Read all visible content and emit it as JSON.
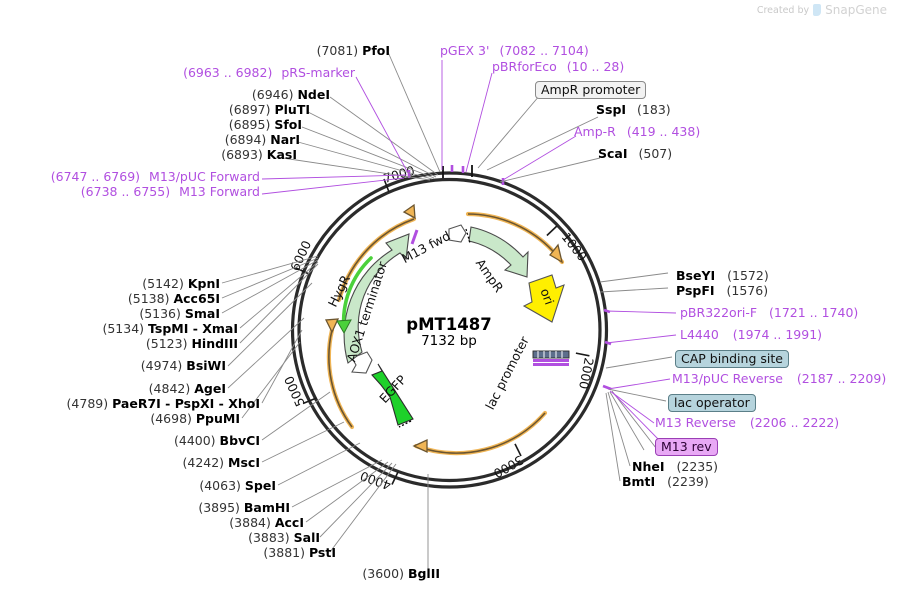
{
  "watermark": {
    "created_by": "Created by",
    "brand": "SnapGene"
  },
  "plasmid": {
    "name": "pMT1487",
    "size": "7132 bp",
    "length_bp": 7132,
    "ring_ticks": [
      "1000",
      "2000",
      "3000",
      "4000",
      "5000",
      "6000",
      "7000"
    ]
  },
  "ring_features": [
    {
      "name": "AmpR",
      "color": "#c9e8c9"
    },
    {
      "name": "ori",
      "color": "#ffef00"
    },
    {
      "name": "lac promoter",
      "color": "#6f7fa8"
    },
    {
      "name": "EGFP",
      "color": "#1ed12a"
    },
    {
      "name": "AOX1 terminator",
      "color": "#ffffff"
    },
    {
      "name": "HygR",
      "color": "#c9e8c9"
    },
    {
      "name": "M13 fwd",
      "color": "#b14fe0"
    }
  ],
  "top_labels": [
    {
      "id": "pfoI",
      "kind": "enzyme",
      "pos": "(7081)",
      "name": "PfoI"
    },
    {
      "id": "pgex3",
      "kind": "feature",
      "name": "pGEX 3'",
      "pos": "(7082 .. 7104)"
    },
    {
      "id": "pbrforeco",
      "kind": "feature",
      "name": "pBRforEco",
      "pos": "(10 .. 28)"
    },
    {
      "id": "prs_marker",
      "kind": "feature",
      "pos": "(6963 .. 6982)",
      "name": "pRS-marker"
    },
    {
      "id": "ampr_prom",
      "kind": "boxed-gray",
      "name": "AmpR promoter"
    },
    {
      "id": "ndeI",
      "kind": "enzyme",
      "pos": "(6946)",
      "name": "NdeI"
    },
    {
      "id": "sspI",
      "kind": "enzyme",
      "name": "SspI",
      "pos": "(183)"
    },
    {
      "id": "pluTI",
      "kind": "enzyme",
      "pos": "(6897)",
      "name": "PluTI"
    },
    {
      "id": "sfoI",
      "kind": "enzyme",
      "pos": "(6895)",
      "name": "SfoI"
    },
    {
      "id": "ampR_feat",
      "kind": "feature",
      "name": "Amp-R",
      "pos": "(419 .. 438)"
    },
    {
      "id": "narI",
      "kind": "enzyme",
      "pos": "(6894)",
      "name": "NarI"
    },
    {
      "id": "kasI",
      "kind": "enzyme",
      "pos": "(6893)",
      "name": "KasI"
    },
    {
      "id": "scaI",
      "kind": "enzyme",
      "name": "ScaI",
      "pos": "(507)"
    },
    {
      "id": "m13puc_fwd",
      "kind": "feature",
      "pos": "(6747 .. 6769)",
      "name": "M13/pUC Forward"
    },
    {
      "id": "m13_fwd",
      "kind": "feature",
      "pos": "(6738 .. 6755)",
      "name": "M13 Forward"
    }
  ],
  "left_labels": [
    {
      "id": "kpnI",
      "pos": "(5142)",
      "name": "KpnI"
    },
    {
      "id": "acc65I",
      "pos": "(5138)",
      "name": "Acc65I"
    },
    {
      "id": "smaI",
      "pos": "(5136)",
      "name": "SmaI"
    },
    {
      "id": "tspmI",
      "pos": "(5134)",
      "name": "TspMI - XmaI"
    },
    {
      "id": "hindIII",
      "pos": "(5123)",
      "name": "HindIII"
    },
    {
      "id": "bsiWI",
      "pos": "(4974)",
      "name": "BsiWI"
    },
    {
      "id": "ageI",
      "pos": "(4842)",
      "name": "AgeI"
    },
    {
      "id": "paeR7I",
      "pos": "(4789)",
      "name": "PaeR7I - PspXI - XhoI"
    },
    {
      "id": "ppuMI",
      "pos": "(4698)",
      "name": "PpuMI"
    },
    {
      "id": "bbvCI",
      "pos": "(4400)",
      "name": "BbvCI"
    },
    {
      "id": "mscI",
      "pos": "(4242)",
      "name": "MscI"
    },
    {
      "id": "speI",
      "pos": "(4063)",
      "name": "SpeI"
    },
    {
      "id": "bamHI",
      "pos": "(3895)",
      "name": "BamHI"
    },
    {
      "id": "accI",
      "pos": "(3884)",
      "name": "AccI"
    },
    {
      "id": "salI",
      "pos": "(3883)",
      "name": "SalI"
    },
    {
      "id": "pstI",
      "pos": "(3881)",
      "name": "PstI"
    },
    {
      "id": "bglII",
      "pos": "(3600)",
      "name": "BglII"
    }
  ],
  "right_labels": [
    {
      "id": "bseYI",
      "kind": "enzyme",
      "name": "BseYI",
      "pos": "(1572)"
    },
    {
      "id": "pspFI",
      "kind": "enzyme",
      "name": "PspFI",
      "pos": "(1576)"
    },
    {
      "id": "pbr322ori",
      "kind": "feature",
      "name": "pBR322ori-F",
      "pos": "(1721 .. 1740)"
    },
    {
      "id": "l4440",
      "kind": "feature",
      "name": "L4440",
      "pos": "(1974 .. 1991)"
    },
    {
      "id": "cap_site",
      "kind": "boxed-cyan",
      "name": "CAP binding site"
    },
    {
      "id": "m13puc_rev",
      "kind": "feature",
      "name": "M13/pUC Reverse",
      "pos": "(2187 .. 2209)"
    },
    {
      "id": "lac_op",
      "kind": "boxed-cyan",
      "name": "lac operator"
    },
    {
      "id": "m13_rev",
      "kind": "feature",
      "name": "M13 Reverse",
      "pos": "(2206 .. 2222)"
    },
    {
      "id": "m13_rev_box",
      "kind": "boxed-violet",
      "name": "M13 rev"
    },
    {
      "id": "nheI",
      "kind": "enzyme",
      "name": "NheI",
      "pos": "(2235)"
    },
    {
      "id": "bmtI",
      "kind": "enzyme",
      "name": "BmtI",
      "pos": "(2239)"
    }
  ],
  "colors": {
    "feature_purple": "#b14fe0",
    "enzyme_black": "#000000",
    "backbone": "#2b2b2b",
    "orange_arrow": "#f0b555",
    "green_light": "#c9e8c9",
    "green_bright": "#1ed12a",
    "yellow_ori": "#ffef00",
    "cyan_box": "#b6d4dd",
    "violet_box": "#e8a8f5"
  }
}
